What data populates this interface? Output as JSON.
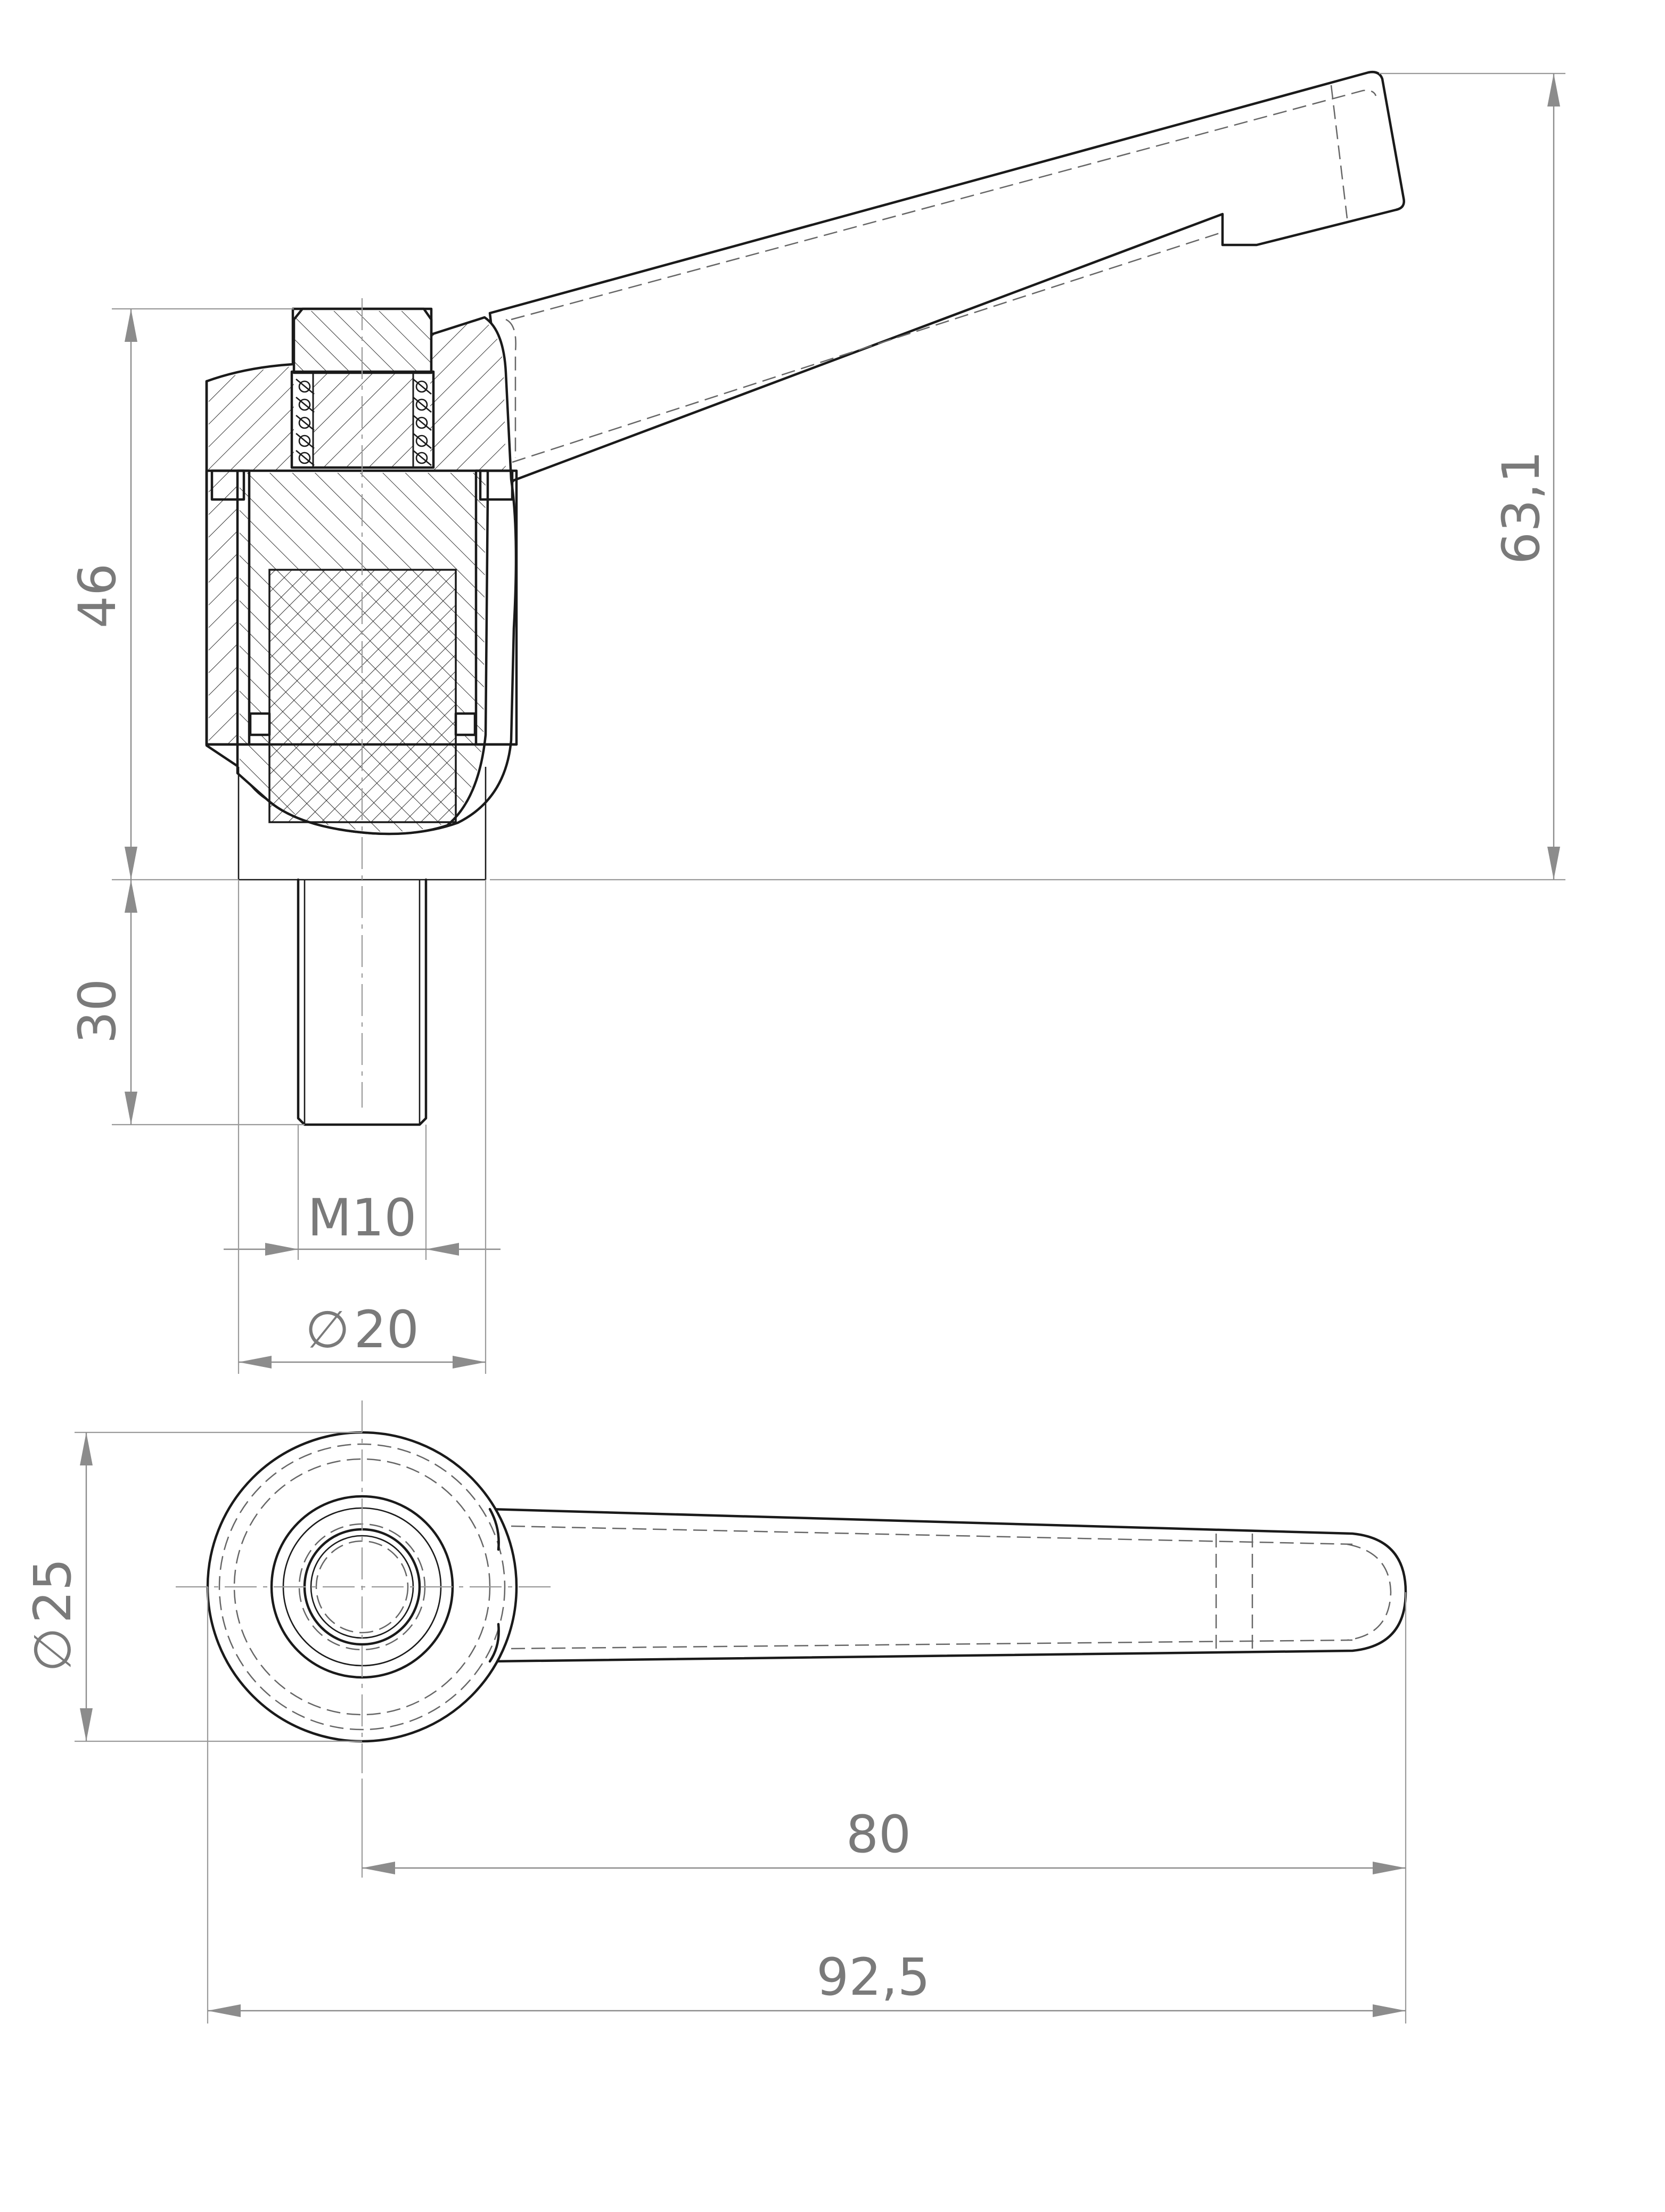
{
  "dimensions": {
    "lever_height": "63,1",
    "body_height": "46",
    "thread_length": "30",
    "thread_size": "M10",
    "body_diameter": "20",
    "hub_diameter": "25",
    "center_to_tip": "80",
    "overall_length": "92,5"
  },
  "symbols": {
    "diameter": "∅"
  },
  "colors": {
    "outline": "#1a1a1a",
    "dimension": "#8c8c8c",
    "dimension_text": "#7a7a7a",
    "background": "#ffffff"
  }
}
